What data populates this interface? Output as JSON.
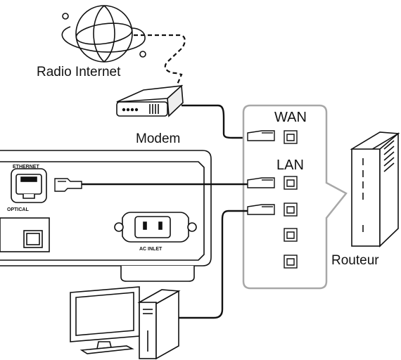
{
  "labels": {
    "internet_radio": "Radio Internet",
    "modem": "Modem",
    "wan": "WAN",
    "lan": "LAN",
    "router": "Routeur",
    "ethernet": "ETHERNET",
    "optical": "OPTICAL",
    "ac_inlet": "AC INLET"
  }
}
